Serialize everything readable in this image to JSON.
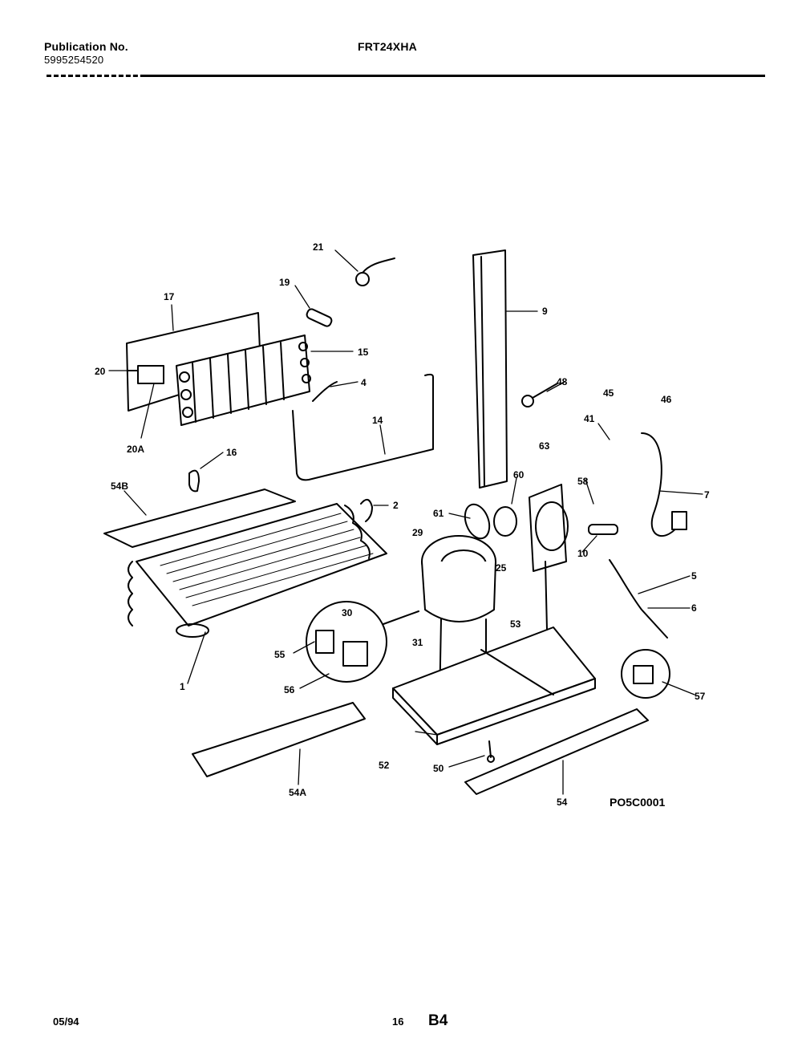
{
  "header": {
    "publication_label": "Publication No.",
    "publication_number": "5995254520",
    "model": "FRT24XHA"
  },
  "diagram": {
    "drawing_code": "PO5C0001",
    "callouts": [
      "21",
      "19",
      "17",
      "15",
      "20",
      "4",
      "20A",
      "14",
      "16",
      "54B",
      "2",
      "1",
      "55",
      "56",
      "30",
      "31",
      "29",
      "25",
      "53",
      "52",
      "54A",
      "50",
      "54",
      "57",
      "9",
      "45",
      "48",
      "46",
      "41",
      "7",
      "58",
      "60",
      "61",
      "10",
      "5",
      "6",
      "63"
    ]
  },
  "footer": {
    "date": "05/94",
    "page": "16",
    "section": "B4"
  }
}
